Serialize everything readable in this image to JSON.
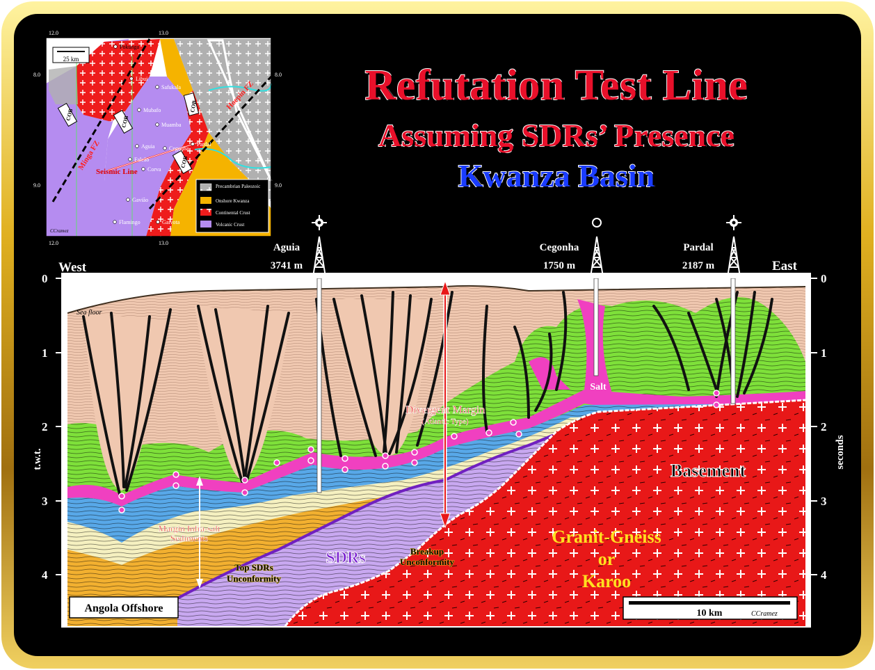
{
  "title": {
    "line1": "Refutation Test Line",
    "line2": "Assuming SDRs’ Presence",
    "line3": "Kwanza Basin"
  },
  "map": {
    "lon_top_left": "12.0",
    "lon_top_mid": "13.0",
    "lon_bottom_left": "12.0",
    "lon_bottom_mid": "13.0",
    "lat_left_top": "8.0",
    "lat_left_bottom": "9.0",
    "lat_right_top": "8.0",
    "lat_right_bottom": "9.0",
    "scale": "25 km",
    "author": "CCramez",
    "fz_left": "Minga FZ",
    "fz_right": "Hoepin FZ",
    "seismic_line_label": "Seismic Line",
    "cob_label": "COB",
    "wells": [
      "Pokunga",
      "Libui",
      "Safukala",
      "Mubafo",
      "Muamba",
      "Aguia",
      "Cegonha",
      "Pardal",
      "Falcão",
      "Corva",
      "Gavião",
      "Flamingo",
      "Gaivota"
    ],
    "legend": [
      "Precambrian Paleozoic",
      "Onshore Kwanza",
      "Continental Crust",
      "Volcanic Crust"
    ],
    "colors": {
      "volcanic": "#b58cf0",
      "continental": "#ee1c1c",
      "onshore": "#f5b300",
      "precambrian": "#b8b8b8",
      "ocean": "#ffffff",
      "legend_bg": "#000000"
    }
  },
  "section": {
    "west": "West",
    "east": "East",
    "y_axis_left": "t.w.t.",
    "y_axis_right": "seconds",
    "ticks": [
      "0",
      "1",
      "2",
      "3",
      "4"
    ],
    "wells": [
      {
        "name": "Aguia",
        "depth": "3741 m",
        "symbol": "oil-and-gas"
      },
      {
        "name": "Cegonha",
        "depth": "1750 m",
        "symbol": "dry"
      },
      {
        "name": "Pardal",
        "depth": "2187 m",
        "symbol": "oil-and-gas"
      }
    ],
    "labels": {
      "sea_floor": "Sea floor",
      "divergent_margin": "Divergent Margin",
      "atlantic_type": "(Atlantic Type)",
      "salt": "Salt",
      "basement": "Basement",
      "granite1": "Granit-Gneiss",
      "granite2": "or",
      "granite3": "Karoo",
      "margin_infra1": "Margin Infra-salt",
      "margin_infra2": "Sediments",
      "top_sdrs1": "Top SDRs",
      "top_sdrs2": "Unconformity",
      "sdrs": "SDRs",
      "breakup1": "Breakup",
      "breakup2": "Unconformity",
      "angola": "Angola Offshore",
      "scale": "10 km",
      "author": "CCramez"
    },
    "colors": {
      "overburden": "#f0c8b0",
      "green": "#7ee03a",
      "blue": "#58a8e8",
      "cream": "#f5f0c0",
      "orange": "#f2b030",
      "purple": "#c8a8f0",
      "red": "#e81818",
      "salt": "#f040c0",
      "breakup": "#7020c0"
    }
  }
}
